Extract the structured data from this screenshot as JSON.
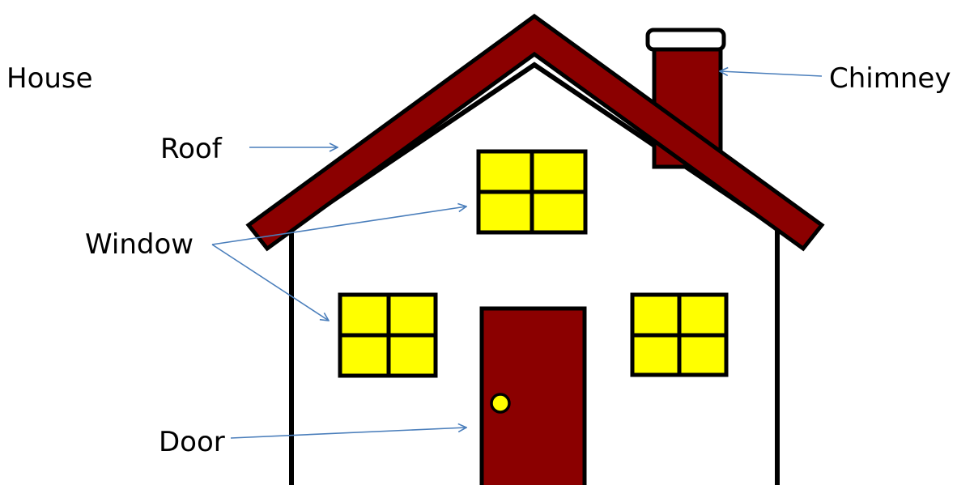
{
  "labels": {
    "house": "House",
    "roof": "Roof",
    "window": "Window",
    "door": "Door",
    "chimney": "Chimney"
  },
  "colors": {
    "roof": "#8b0000",
    "chimney": "#8b0000",
    "door": "#8b0000",
    "window_glass": "#ffff00",
    "door_knob": "#ffff00",
    "house_wall": "#ffffff",
    "outline": "#000000",
    "arrow": "#4a7ebb",
    "label_text": "#000000"
  },
  "icons": {
    "house": "house-illustration",
    "arrows": "pointer-arrow"
  }
}
